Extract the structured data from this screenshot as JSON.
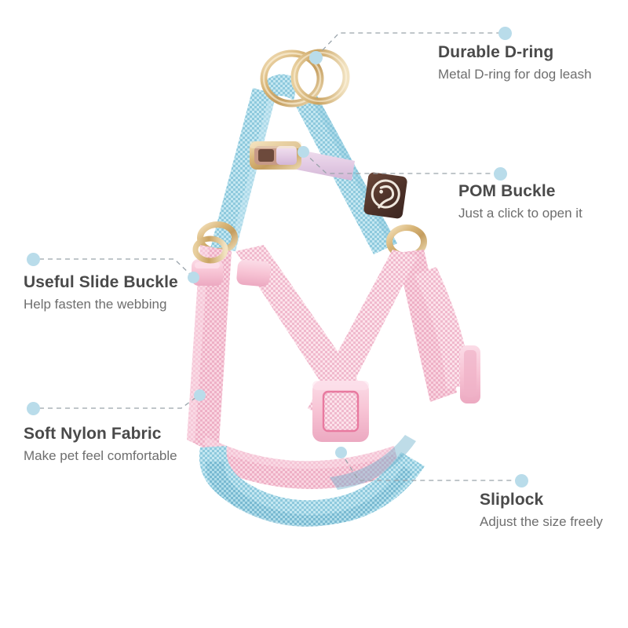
{
  "image": {
    "subject": "pastel pet harness product infographic",
    "background_color": "#ffffff",
    "dot_color": "#b9dcea",
    "leader_color": "#9aa4ab",
    "title_color": "#4a4a4a",
    "subtitle_color": "#6e6e6e"
  },
  "product": {
    "name": "step-in dog harness",
    "colors": {
      "pink_webbing": "#f3bfd1",
      "pink_webbing_light": "#fad8e3",
      "blue_webbing": "#a9d9e8",
      "blue_webbing_light": "#c8e8f1",
      "blue_webbing_dark": "#7fc0d8",
      "gold_ring": "#d9b878",
      "gold_ring_light": "#f0dcb0",
      "pink_buckle": "#f7c3d4",
      "pink_buckle_shadow": "#eda9c0",
      "lilac_buckle": "#e7cfe6",
      "leather_patch": "#5a3a30",
      "logo_emblem": "#efe7dd"
    }
  },
  "callouts": [
    {
      "id": "durable-d-ring",
      "title": "Durable D-ring",
      "subtitle": "Metal D-ring for dog leash"
    },
    {
      "id": "pom-buckle",
      "title": "POM Buckle",
      "subtitle": "Just a click to open it"
    },
    {
      "id": "useful-slide-buckle",
      "title": "Useful Slide Buckle",
      "subtitle": "Help fasten the webbing"
    },
    {
      "id": "soft-nylon-fabric",
      "title": "Soft Nylon Fabric",
      "subtitle": "Make pet feel comfortable"
    },
    {
      "id": "sliplock",
      "title": "Sliplock",
      "subtitle": "Adjust the size freely"
    }
  ]
}
